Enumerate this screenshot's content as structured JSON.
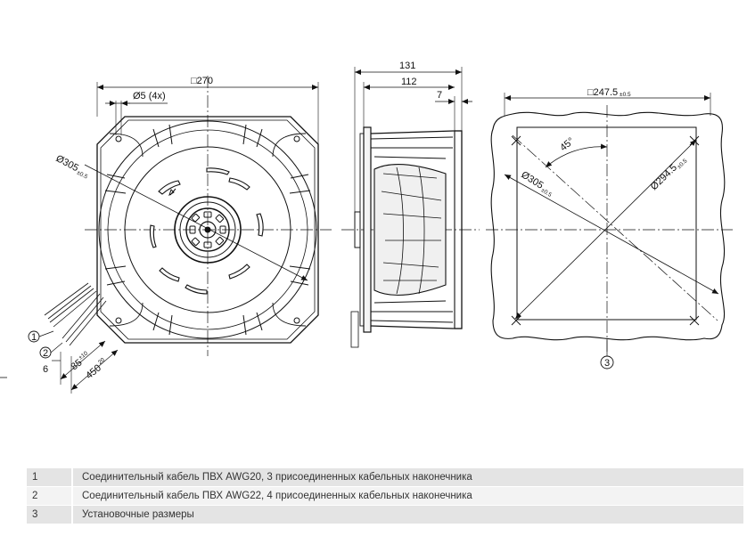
{
  "front_view": {
    "dim_width": "□270",
    "dim_holes": "Ø5 (4x)",
    "dim_impeller_main": "Ø305",
    "dim_impeller_tol": "±0.5",
    "callout_1": "1",
    "callout_2": "2",
    "dim_cable_6": "6",
    "dim_cable_85": "85",
    "dim_cable_85_tol": "±10",
    "dim_cable_450": "450",
    "dim_cable_450_tol": "20"
  },
  "side_view": {
    "dim_total": "131",
    "dim_body": "112",
    "dim_flange": "7"
  },
  "mount_view": {
    "dim_square_main": "□247.5",
    "dim_square_tol": "±0.5",
    "dim_angle": "45°",
    "dim_diag_main": "Ø294.5",
    "dim_diag_tol": "±0.5",
    "dim_circle_main": "Ø305",
    "dim_circle_tol": "±0.5",
    "callout_3": "3"
  },
  "legend": [
    {
      "num": "1",
      "text": "Соединительный кабель ПВХ AWG20, 3 присоединенных кабельных наконечника"
    },
    {
      "num": "2",
      "text": "Соединительный кабель ПВХ AWG22, 4 присоединенных кабельных наконечника"
    },
    {
      "num": "3",
      "text": "Установочные размеры"
    }
  ]
}
